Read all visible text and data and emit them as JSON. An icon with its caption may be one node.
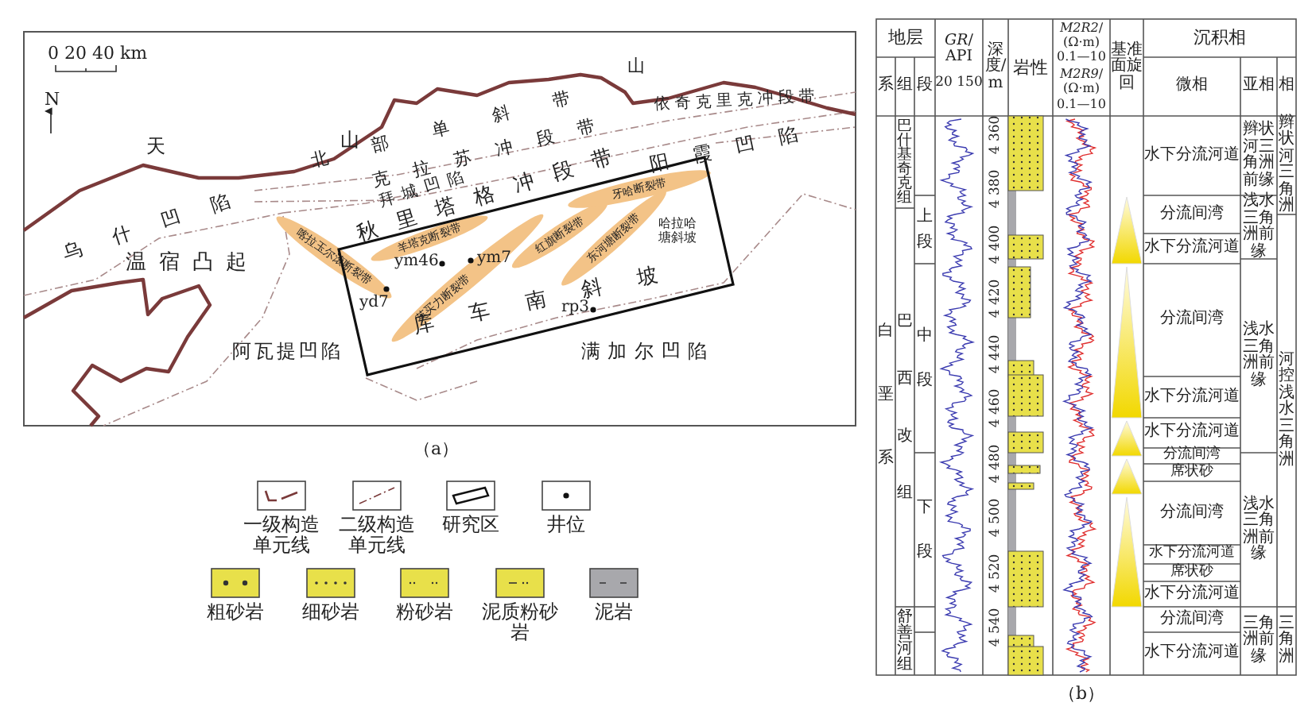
{
  "diagram": {
    "nodes": [
      {
        "text": [
          "喀拉玉尔滚断裂带"
        ]
      },
      {
        "text": [
          "羊塔克断裂带"
        ]
      },
      {
        "text": [
          "英买力断裂带"
        ]
      },
      {
        "text": [
          "红旗断裂带"
        ]
      },
      {
        "text": [
          "东河塘断裂带"
        ]
      },
      {
        "text": [
          "牙哈断裂带"
        ]
      }
    ],
    "edges": [],
    "labels": [
      "0 20 40 km",
      "N",
      "山",
      "天",
      "山",
      "北部单斜带",
      "依奇克里克冲段带",
      "克拉苏冲段带",
      "阳霞凹陷",
      "拜城凹陷",
      "秋里塔格冲段带",
      "乌什凹陷",
      "温宿凸起",
      "哈拉哈塘斜坡",
      "ym46",
      "ym7",
      "yd7",
      "rp3",
      "库车南斜坡",
      "阿瓦提凹陷",
      "满加尔凹陷",
      "（a）",
      "地层",
      "*GR*/ API",
      "20 150",
      "深度/ m",
      "岩性",
      "*M2R2*/ (Ω·m)",
      "0.1—10",
      "*M2R9*/ (Ω·m)",
      "0.1—10",
      "基准面旋回",
      "沉积相",
      "系",
      "组",
      "段",
      "微相",
      "亚相",
      "相",
      "白垩系",
      "巴什基奇克组",
      "巴西改组",
      "舒善河组",
      "上段",
      "中段",
      "下段",
      "4 360",
      "4 380",
      "4 400",
      "4 420",
      "4 440",
      "4 460",
      "4 480",
      "4 500",
      "4 520",
      "4 540",
      "水下分流河道",
      "分流间湾",
      "水下分流河道",
      "分流间湾",
      "水下分流河道",
      "水下分流河道",
      "分流间湾",
      "席状砂",
      "分流间湾",
      "水下分流河道",
      "席状砂",
      "水下分流河道",
      "分流间湾",
      "水下分流河道",
      "辫状河三角洲前缘",
      "浅水三角洲前缘",
      "浅水三角洲前缘",
      "浅水三角洲前缘",
      "三角洲前缘",
      "辫状河三角洲",
      "河控浅水三角洲",
      "三角洲",
      "（b）"
    ],
    "legend": [
      {
        "text": "一级构造单元线"
      },
      {
        "text": "二级构造单元线"
      },
      {
        "text": "研究区"
      },
      {
        "text": "井位"
      },
      {
        "text": "粗砂岩",
        "color": "#e8e04a"
      },
      {
        "text": "细砂岩",
        "color": "#e8e04a"
      },
      {
        "text": "粉砂岩",
        "color": "#e8e04a"
      },
      {
        "text": "泥质粉砂岩",
        "color": "#e8e04a"
      },
      {
        "text": "泥岩",
        "color": "#a8a8ac"
      }
    ]
  }
}
